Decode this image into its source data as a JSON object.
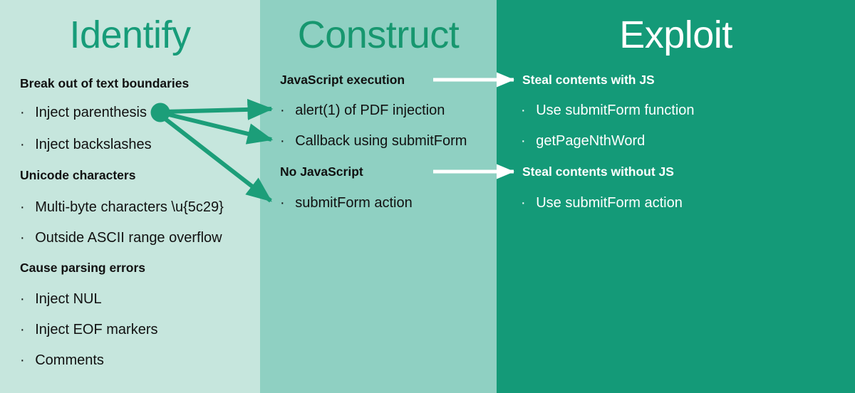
{
  "colors": {
    "col1_bg": "#c6e6dd",
    "col2_bg": "#8fd0c2",
    "col3_bg": "#149a78",
    "accent_green": "#17976f",
    "arrow_green": "#1c9e79",
    "arrow_white": "#ffffff",
    "text_dark": "#111111",
    "text_light": "#ffffff"
  },
  "columns": [
    {
      "id": "identify",
      "title": "Identify",
      "groups": [
        {
          "heading": "Break out of text boundaries",
          "items": [
            "Inject parenthesis",
            "Inject backslashes"
          ]
        },
        {
          "heading": "Unicode characters",
          "items": [
            "Multi-byte characters \\u{5c29}",
            "Outside ASCII range overflow"
          ]
        },
        {
          "heading": "Cause parsing errors",
          "items": [
            "Inject NUL",
            "Inject EOF markers",
            "Comments"
          ]
        }
      ]
    },
    {
      "id": "construct",
      "title": "Construct",
      "groups": [
        {
          "heading": "JavaScript execution",
          "items": [
            "alert(1) of PDF injection",
            "Callback using submitForm"
          ]
        },
        {
          "heading": "No JavaScript",
          "items": [
            "submitForm action"
          ]
        }
      ]
    },
    {
      "id": "exploit",
      "title": "Exploit",
      "groups": [
        {
          "heading": "Steal contents with JS",
          "items": [
            "Use submitForm function",
            "getPageNthWord"
          ]
        },
        {
          "heading": "Steal contents without JS",
          "items": [
            "Use submitForm action"
          ]
        }
      ]
    }
  ],
  "bullet": "·",
  "connectors": {
    "source_node_label": "inject-parenthesis-node",
    "green_arrows": [
      {
        "from": "Inject parenthesis",
        "to": "alert(1) of PDF injection"
      },
      {
        "from": "Inject parenthesis",
        "to": "Callback using submitForm"
      },
      {
        "from": "Inject parenthesis",
        "to": "submitForm action"
      }
    ],
    "white_arrows": [
      {
        "from": "JavaScript execution",
        "to": "Steal contents with JS"
      },
      {
        "from": "No JavaScript",
        "to": "Steal contents without JS"
      }
    ]
  }
}
